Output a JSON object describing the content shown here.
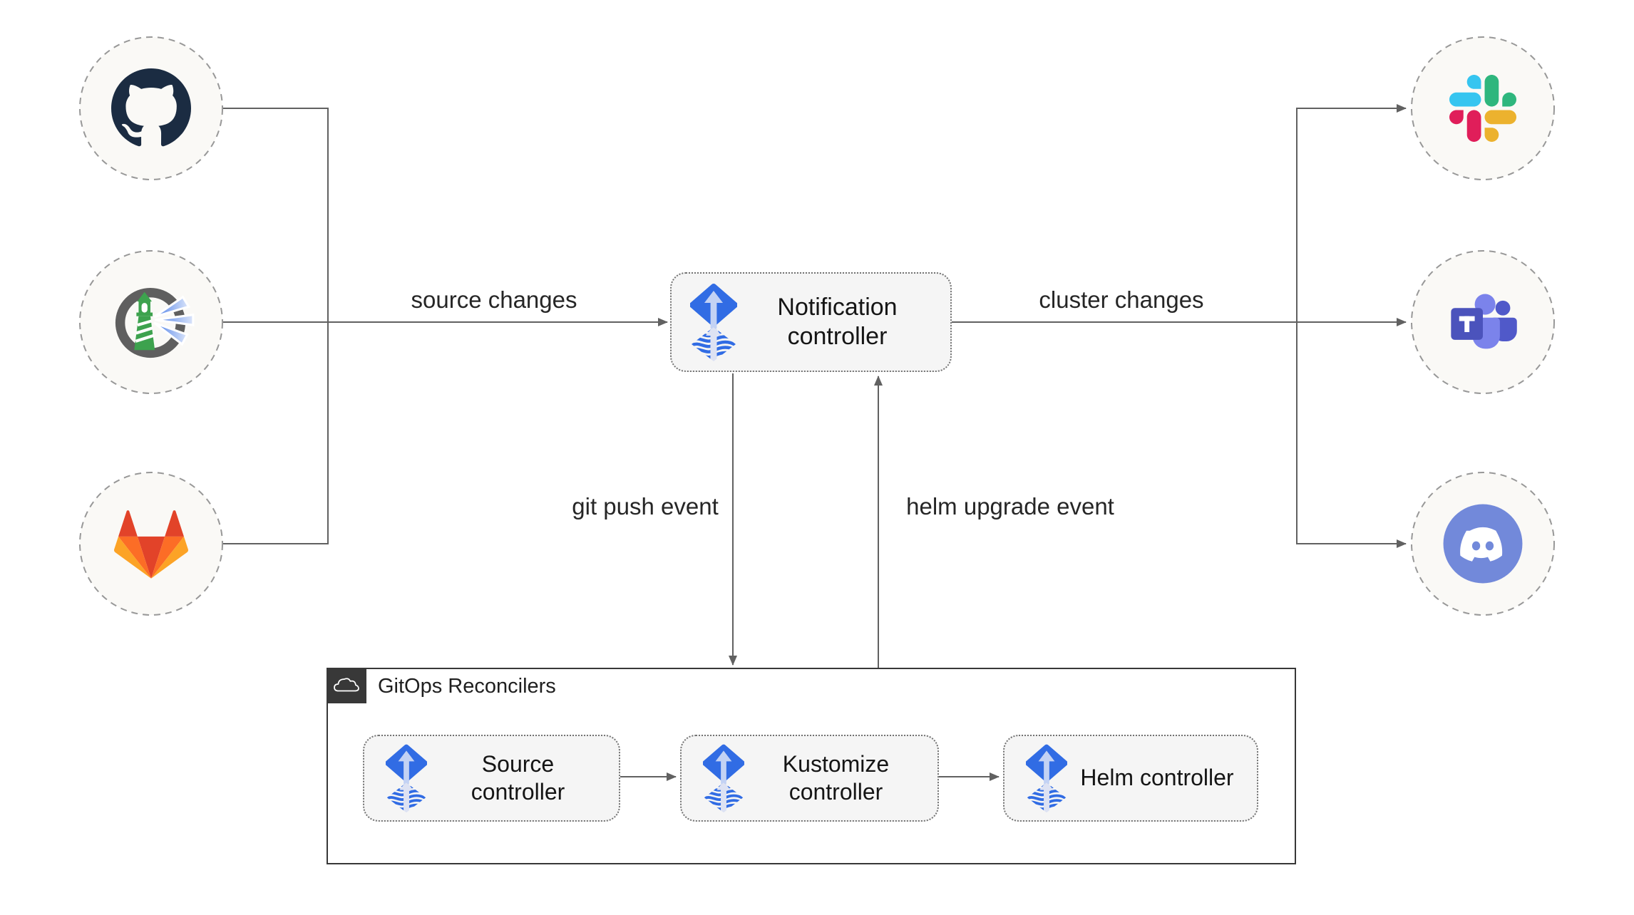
{
  "edges": {
    "source_changes": "source changes",
    "cluster_changes": "cluster changes",
    "git_push_event": "git push event",
    "helm_upgrade_event": "helm upgrade event"
  },
  "nodes": {
    "notification_controller": "Notification controller",
    "source_controller": "Source controller",
    "kustomize_controller": "Kustomize controller",
    "helm_controller": "Helm controller"
  },
  "group": {
    "label": "GitOps Reconcilers",
    "icon": "cloud-icon"
  },
  "sources": [
    {
      "icon": "github-icon"
    },
    {
      "icon": "harbor-icon"
    },
    {
      "icon": "gitlab-icon"
    }
  ],
  "providers": [
    {
      "icon": "slack-icon"
    },
    {
      "icon": "teams-icon"
    },
    {
      "icon": "discord-icon"
    }
  ],
  "colors": {
    "line_gray": "#616161",
    "ring_gray": "#989898",
    "node_fill": "#faf9f6",
    "box_fill": "#f5f5f5",
    "box_border": "#737373",
    "group_border": "#383838",
    "flux_blue": "#316ce4",
    "flux_arrow": "#c3d2f4",
    "flux_arrow_pale": "#dde2f3",
    "github_navy": "#1b2c42",
    "gitlab_red": "#e24329",
    "gitlab_orange": "#fc6d26",
    "gitlab_amber": "#fca326",
    "slack_blue": "#36c5f0",
    "slack_green": "#2eb67d",
    "slack_yellow": "#ecb22e",
    "slack_pink": "#e01e5a",
    "teams_purple": "#4b53bc",
    "teams_mid": "#5059c9",
    "teams_light": "#7b83eb",
    "discord_blurple": "#7289da",
    "harbor_green": "#3da24e",
    "harbor_gray": "#5f5f5f"
  }
}
